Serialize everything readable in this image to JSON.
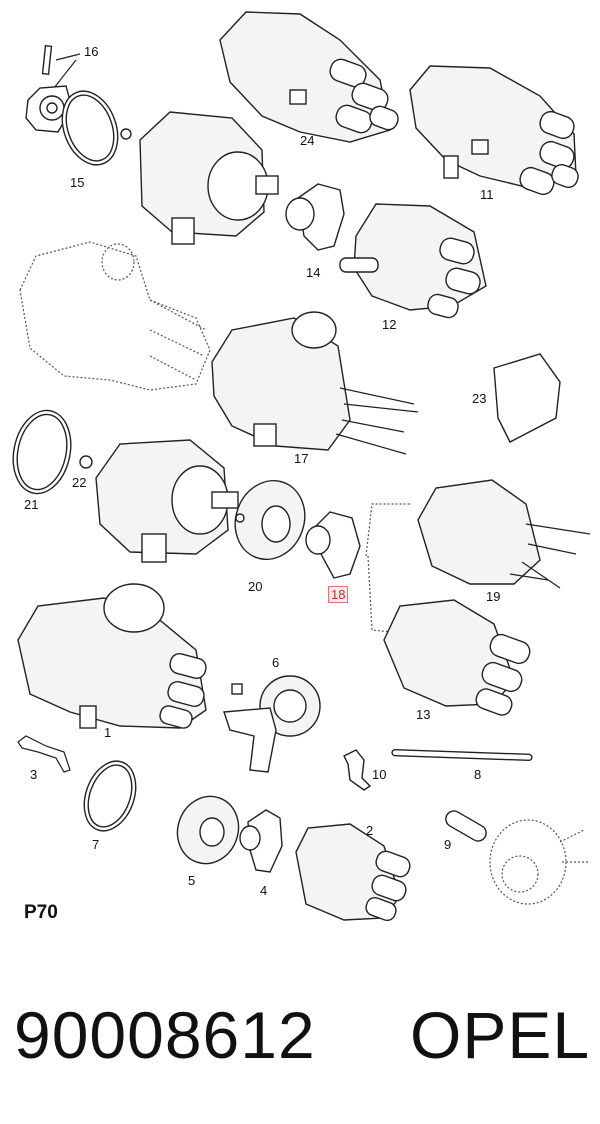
{
  "labels": {
    "p16": "16",
    "p15": "15",
    "p24": "24",
    "p11": "11",
    "p14": "14",
    "p12": "12",
    "p23": "23",
    "p17": "17",
    "p21": "21",
    "p22": "22",
    "p20": "20",
    "p18": "18",
    "p19": "19",
    "p13": "13",
    "p6": "6",
    "p1": "1",
    "p3": "3",
    "p10": "10",
    "p8": "8",
    "p7": "7",
    "p2": "2",
    "p9": "9",
    "p5": "5",
    "p4": "4"
  },
  "page_code": "P70",
  "footer": {
    "part_number": "90008612",
    "brand": "OPEL"
  }
}
